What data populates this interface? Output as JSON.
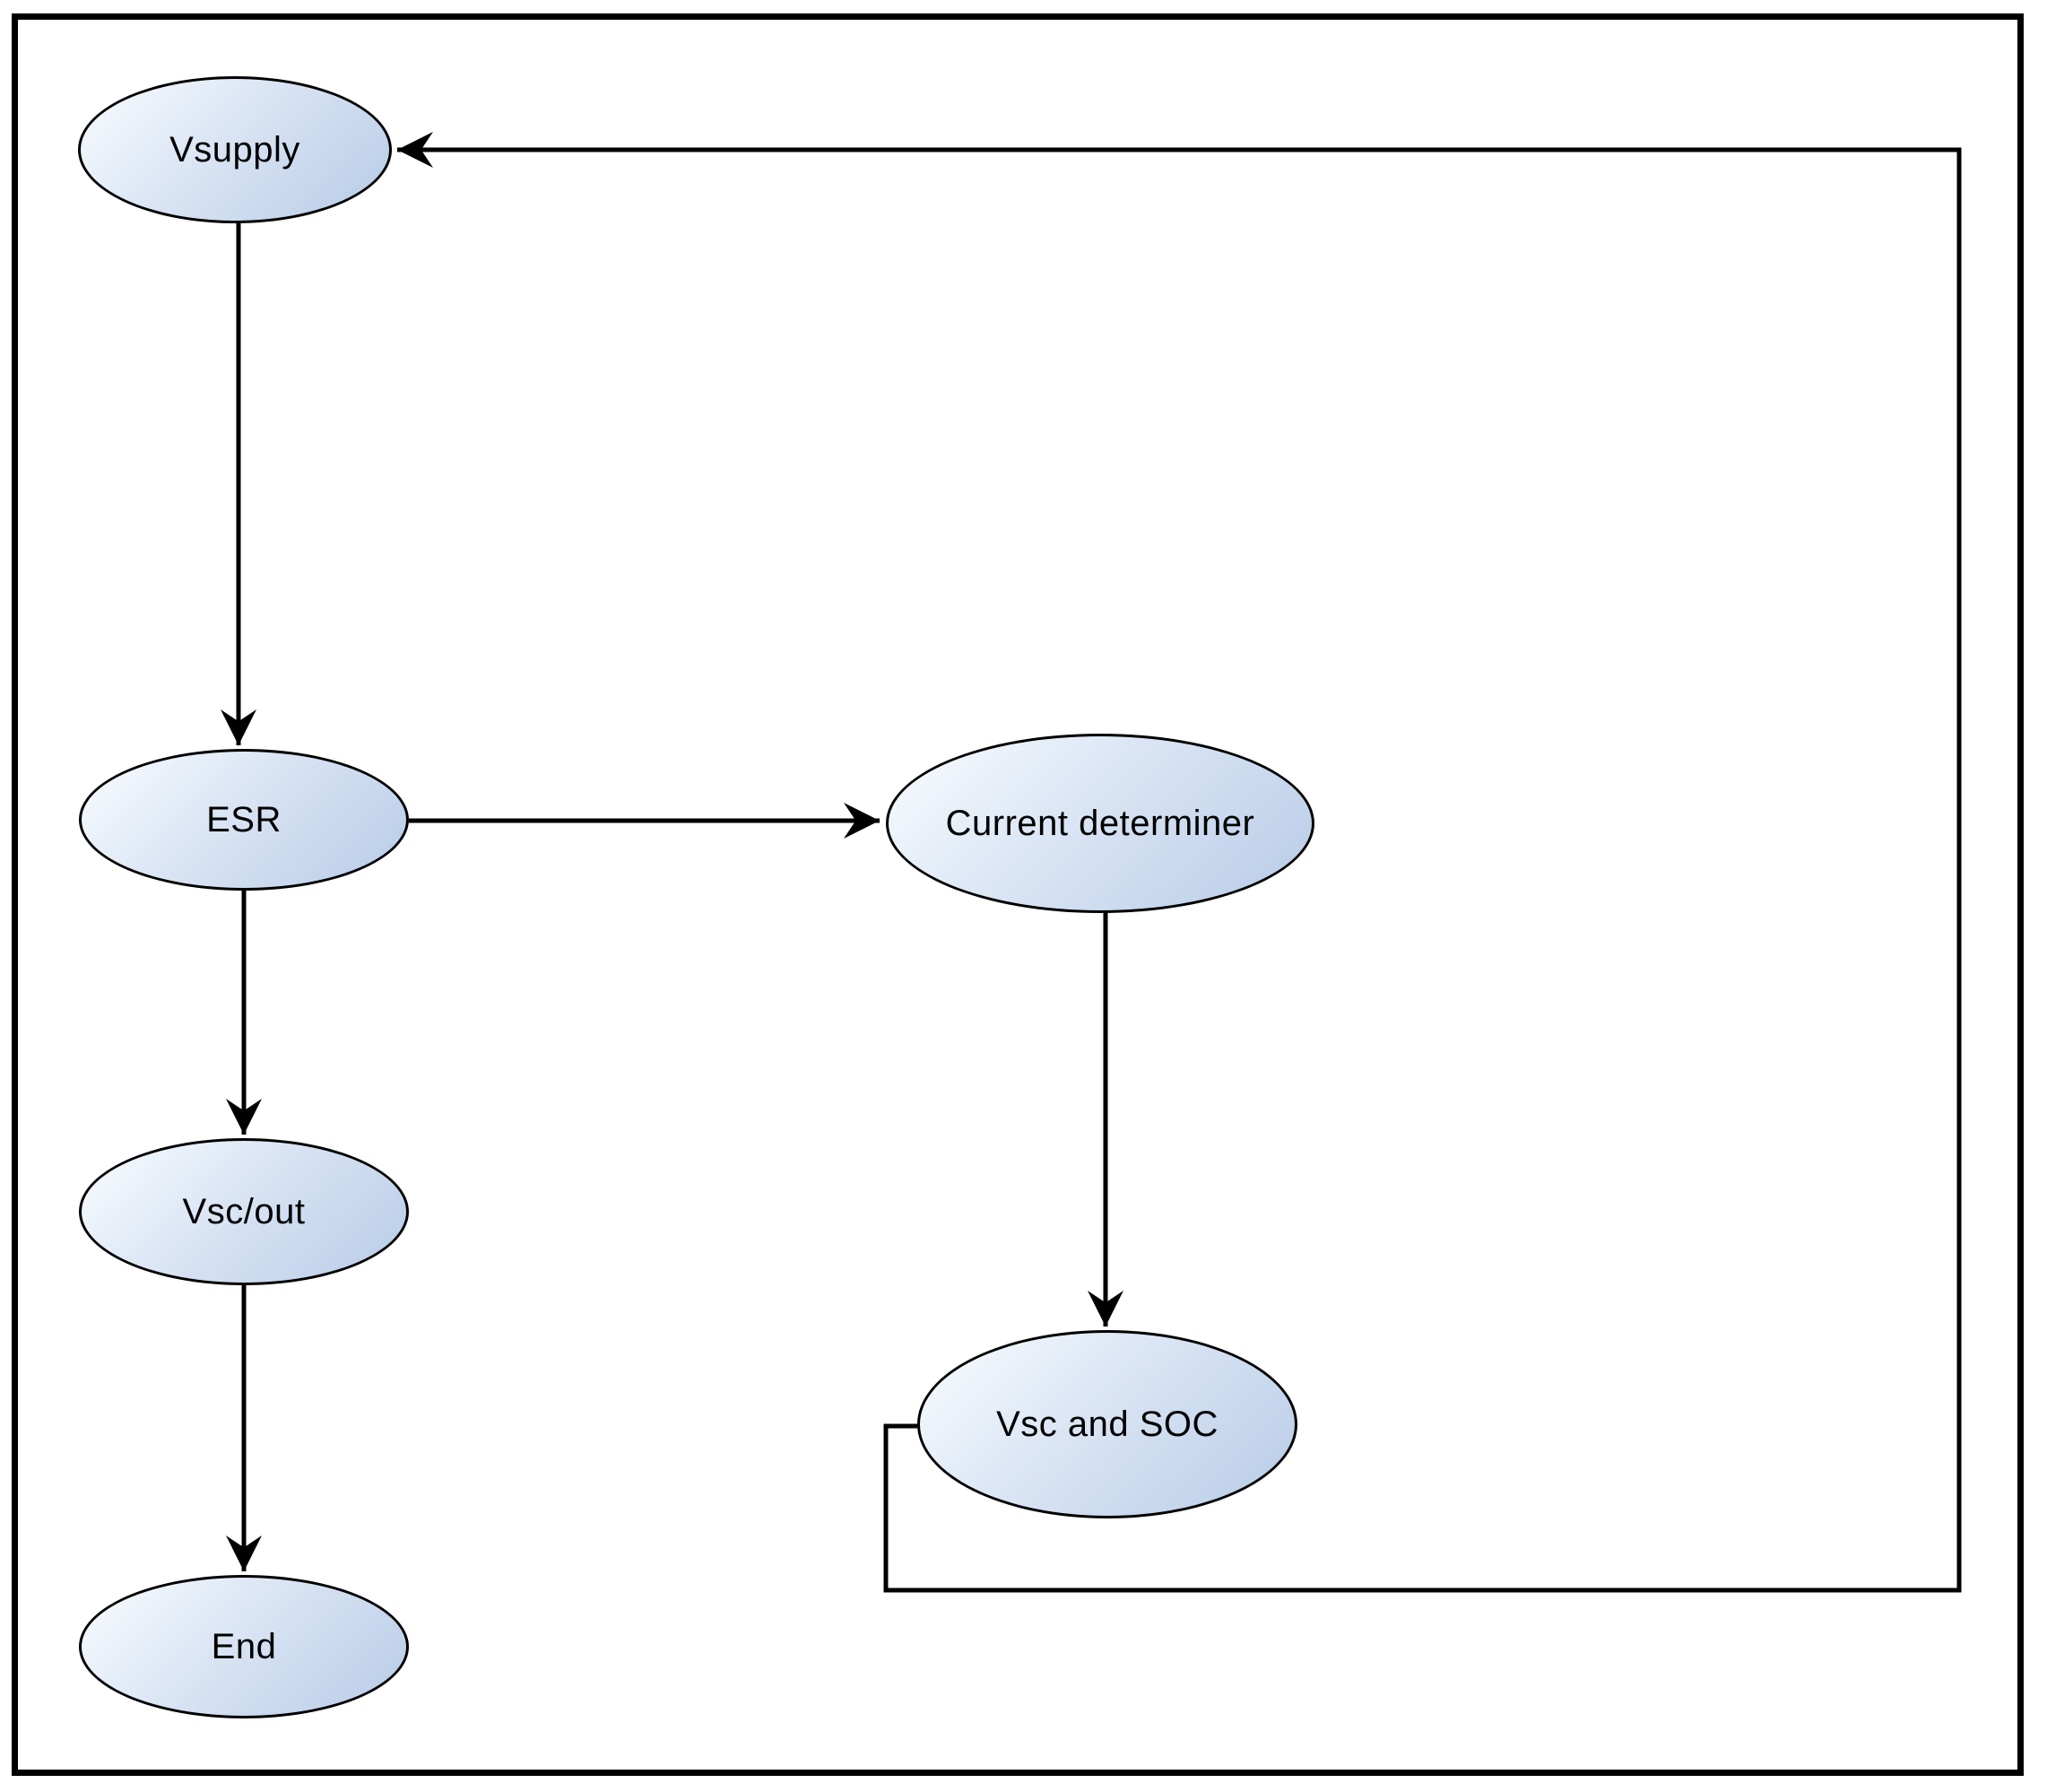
{
  "diagram": {
    "type": "flowchart",
    "nodes": [
      {
        "id": "vsupply",
        "label": "Vsupply",
        "shape": "ellipse"
      },
      {
        "id": "esr",
        "label": "ESR",
        "shape": "ellipse"
      },
      {
        "id": "vsc-out",
        "label": "Vsc/out",
        "shape": "ellipse"
      },
      {
        "id": "end",
        "label": "End",
        "shape": "ellipse"
      },
      {
        "id": "current-determiner",
        "label": "Current determiner",
        "shape": "ellipse"
      },
      {
        "id": "vsc-and-soc",
        "label": "Vsc and SOC",
        "shape": "ellipse"
      }
    ],
    "edges": [
      {
        "from": "Vsupply",
        "to": "ESR"
      },
      {
        "from": "ESR",
        "to": "Current determiner"
      },
      {
        "from": "ESR",
        "to": "Vsc/out"
      },
      {
        "from": "Vsc/out",
        "to": "End"
      },
      {
        "from": "Current determiner",
        "to": "Vsc and SOC"
      },
      {
        "from": "Vsc and SOC",
        "to": "Vsupply",
        "note": "feedback loop routed around right side"
      }
    ],
    "colors": {
      "node_fill_light": "#fbfdff",
      "node_fill_dark": "#b7cbe7",
      "node_border": "#000000",
      "connector": "#000000",
      "frame_border": "#000000",
      "background": "#ffffff"
    }
  }
}
